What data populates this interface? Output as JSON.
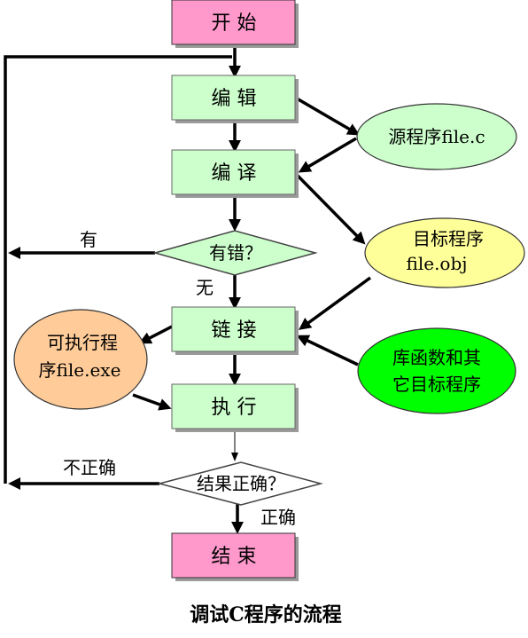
{
  "title": "调试C程序的流程",
  "nodes": {
    "start": "开 始",
    "edit": "编 辑",
    "compile": "编 译",
    "has_error": "有错？",
    "link": "链 接",
    "execute": "执 行",
    "result_ok": "结果正确？",
    "end": "结 束"
  },
  "files": {
    "source": "源程序file.c",
    "object_line1": "目标程序",
    "object_line2": "file.obj",
    "exe_line1": "可执行程",
    "exe_line2": "序file.exe",
    "lib_line1": "库函数和其",
    "lib_line2": "它目标程序"
  },
  "edge_labels": {
    "yes": "有",
    "no": "无",
    "incorrect": "不正确",
    "correct": "正确"
  },
  "colors": {
    "start_end": "#ff99cc",
    "step": "#ccffcc",
    "source_ellipse": "#ccffcc",
    "object_ellipse": "#ffff99",
    "exe_ellipse": "#ffcc99",
    "lib_ellipse": "#00ff00"
  }
}
